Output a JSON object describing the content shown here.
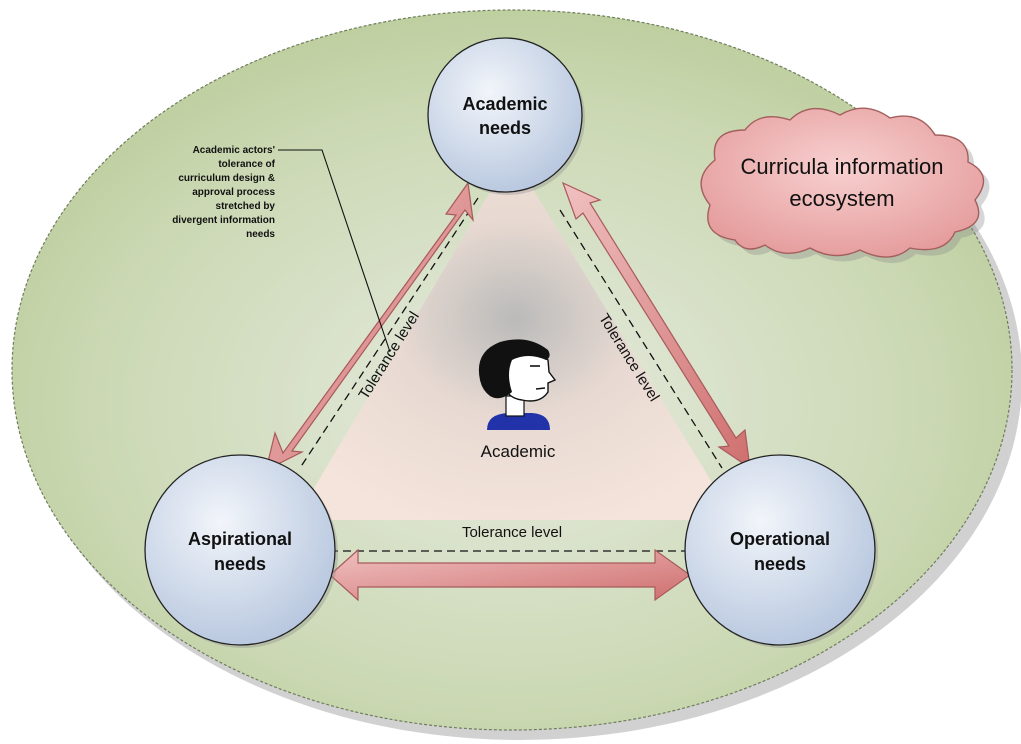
{
  "nodes": {
    "academic": [
      "Academic",
      "needs"
    ],
    "aspirational": [
      "Aspirational",
      "needs"
    ],
    "operational": [
      "Operational",
      "needs"
    ]
  },
  "edges": {
    "left": "Tolerance level",
    "right": "Tolerance level",
    "bottom": "Tolerance level"
  },
  "center": {
    "label": "Academic",
    "icon": "person-head-icon"
  },
  "cloud": {
    "lines": [
      "Curricula information",
      "ecosystem"
    ]
  },
  "note": {
    "lines": [
      "Academic actors'",
      "tolerance of",
      "curriculum design &",
      "approval process",
      "stretched by",
      "divergent information",
      "needs"
    ]
  },
  "colors": {
    "ellipse_fill": "#bfd0a3",
    "circle_fill": "#d6e0ef",
    "arrow_fill": "#d98c8c",
    "cloud_fill": "#e8a3a3"
  }
}
